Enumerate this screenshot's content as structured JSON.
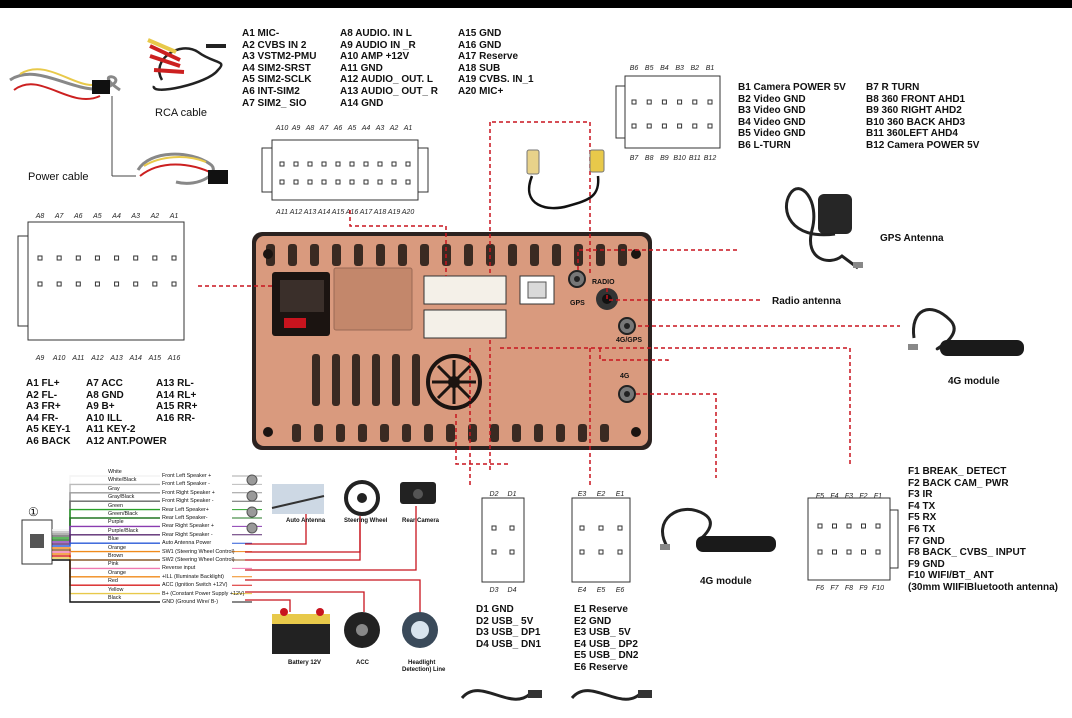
{
  "labels": {
    "rca_cable": "RCA cable",
    "power_cable": "Power cable",
    "gps_antenna": "GPS Antenna",
    "radio_antenna": "Radio antenna",
    "module_4g_top": "4G module",
    "module_4g_bottom": "4G module",
    "radio_port": "RADIO",
    "gps_port": "GPS",
    "g4_port": "4G",
    "four_g_gps_port": "4G/GPS"
  },
  "a_group_top": [
    "A1 MIC-",
    "A2 CVBS IN 2",
    "A3 VSTM2-PMU",
    "A4 SIM2-SRST",
    "A5 SIM2-SCLK",
    "A6 INT-SIM2",
    "A7 SIM2_ SIO",
    "A8 AUDIO. IN L",
    "A9 AUDIO IN _R",
    "A10 AMP +12V",
    "A11 GND",
    "A12 AUDIO_ OUT. L",
    "A13 AUDIO_ OUT_ R",
    "A14 GND",
    "A15 GND",
    "A16 GND",
    "A17 Reserve",
    "A18 SUB",
    "A19 CVBS. IN_1",
    "A20 MIC+"
  ],
  "a_connector_top_pins": [
    "A10",
    "A9",
    "A8",
    "A7",
    "A6",
    "A5",
    "A4",
    "A3",
    "A2",
    "A1"
  ],
  "a_connector_bottom_pins": [
    "A11",
    "A12",
    "A13",
    "A14",
    "A15",
    "A16",
    "A17",
    "A18",
    "A19",
    "A20"
  ],
  "b_group_left": [
    "B1 Camera POWER 5V",
    "B2 Video GND",
    "B3 Video GND",
    "B4 Video GND",
    "B5 Video GND",
    "B6 L-TURN"
  ],
  "b_group_right": [
    "B7 R TURN",
    "B8 360 FRONT AHD1",
    "B9 360 RIGHT AHD2",
    "B10 360 BACK AHD3",
    "B11 360LEFT AHD4",
    "B12 Camera POWER 5V"
  ],
  "b_connector_top_pins": [
    "B6",
    "B5",
    "B4",
    "B3",
    "B2",
    "B1"
  ],
  "b_connector_bottom_pins": [
    "B7",
    "B8",
    "B9",
    "B10",
    "B11",
    "B12"
  ],
  "speaker_group": [
    "A1 FL+",
    "A2 FL-",
    "A3 FR+",
    "A4 FR-",
    "A5 KEY-1",
    "A6 BACK",
    "A7 ACC",
    "A8 GND",
    "A9 B+",
    "A10 ILL",
    "A11 KEY-2",
    "A12 ANT.POWER",
    "A13 RL-",
    "A14 RL+",
    "A15 RR+",
    "A16 RR-"
  ],
  "speaker_connector_top_pins": [
    "A8",
    "A7",
    "A6",
    "A5",
    "A4",
    "A3",
    "A2",
    "A1"
  ],
  "speaker_connector_bottom_pins": [
    "A9",
    "A10",
    "A11",
    "A12",
    "A13",
    "A14",
    "A15",
    "A16"
  ],
  "f_group": [
    "F1 BREAK_ DETECT",
    "F2 BACK CAM_ PWR",
    "F3 IR",
    "F4 TX",
    "F5 RX",
    "F6 TX",
    "F7 GND",
    "F8 BACK_ CVBS_ INPUT",
    "F9 GND",
    "F10 WIFI/BT_ ANT",
    "(30mm WIIFIBluetooth antenna)"
  ],
  "f_connector_top_pins": [
    "F5",
    "F4",
    "F3",
    "F2",
    "F1"
  ],
  "f_connector_bottom_pins": [
    "F6",
    "F7",
    "F8",
    "F9",
    "F10"
  ],
  "d_group": [
    "D1 GND",
    "D2 USB_ 5V",
    "D3 USB_ DP1",
    "D4 USB_ DN1"
  ],
  "d_connector_top_pins": [
    "D2",
    "D1"
  ],
  "d_connector_bottom_pins": [
    "D3",
    "D4"
  ],
  "e_group": [
    "E1 Reserve",
    "E2 GND",
    "E3 USB_ 5V",
    "E4 USB_ DP2",
    "E5 USB_ DN2",
    "E6 Reserve"
  ],
  "e_connector_top_pins": [
    "E3",
    "E2",
    "E1"
  ],
  "e_connector_bottom_pins": [
    "E4",
    "E5",
    "E6"
  ],
  "harness_marker": "①",
  "wire_colors": [
    "White",
    "White/Black",
    "Gray",
    "Gray/Black",
    "Green",
    "Green/Black",
    "Purple",
    "Purple/Black",
    "Blue",
    "Orange",
    "Brown",
    "Pink",
    "Orange",
    "Red",
    "Yellow",
    "Black"
  ],
  "wire_functions": [
    "Front Left Speaker +",
    "Front Left Speaker -",
    "Front Right Speaker +",
    "Front Right Speaker -",
    "Rear Left Speaker+",
    "Rear Left Speaker-",
    "Rear Right Speaker +",
    "Rear Right Speaker -",
    "Auto Antenna Power",
    "SW1 (Steering Wheel Control)",
    "SW2 (Steering Wheel Control)",
    "Reverse input",
    "+ILL (Illuminate Backlight)",
    "ACC (Ignition Switch +12V)",
    "B+ (Constant Power Supply +12V)",
    "GND (Ground Wire/ B-)"
  ],
  "device_captions": {
    "auto_antenna": "Auto Antenna",
    "steering_wheel": "Steering Wheel",
    "rear_camera": "Rear Camera",
    "battery": "Battery 12V",
    "acc": "ACC",
    "headlight": "Headlight",
    "headlight2": "Detection) Line"
  },
  "colors": {
    "unit_body": "#d99a7e",
    "unit_slot": "#2a1f1a",
    "dash_line": "#c8141e",
    "connector_plug": "#f4f0e8"
  }
}
